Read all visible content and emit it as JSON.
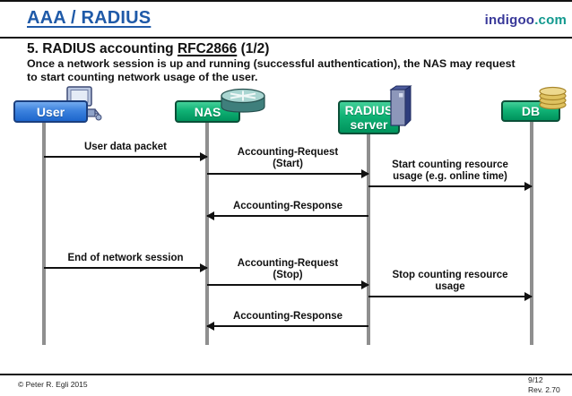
{
  "header": {
    "title": "AAA / RADIUS",
    "brand_name": "indigoo",
    "brand_tld": ".com"
  },
  "slide": {
    "title_prefix": "5. RADIUS accounting ",
    "title_rfc": "RFC2866",
    "title_suffix": " (1/2)",
    "subtitle": "Once a network session is up and running (successful authentication), the NAS may request\nto start counting network usage of the user."
  },
  "diagram": {
    "actors": [
      {
        "label": "User",
        "icon": "desktop-computer-icon"
      },
      {
        "label": "NAS",
        "icon": "router-icon"
      },
      {
        "label": "RADIUS\nserver",
        "icon": "server-tower-icon"
      },
      {
        "label": "DB",
        "icon": "database-icon"
      }
    ],
    "messages": [
      {
        "label": "User data packet",
        "from": "User",
        "to": "NAS",
        "direction": "right"
      },
      {
        "label": "Accounting-Request\n(Start)",
        "from": "NAS",
        "to": "RADIUS server",
        "direction": "right"
      },
      {
        "label": "Start counting resource\nusage (e.g. online time)",
        "from": "RADIUS server",
        "to": "DB",
        "direction": "right"
      },
      {
        "label": "Accounting-Response",
        "from": "RADIUS server",
        "to": "NAS",
        "direction": "left"
      },
      {
        "label": "End of network session",
        "from": "User",
        "to": "NAS",
        "direction": "right"
      },
      {
        "label": "Accounting-Request\n(Stop)",
        "from": "NAS",
        "to": "RADIUS server",
        "direction": "right"
      },
      {
        "label": "Stop counting resource\nusage",
        "from": "RADIUS server",
        "to": "DB",
        "direction": "right"
      },
      {
        "label": "Accounting-Response",
        "from": "RADIUS server",
        "to": "NAS",
        "direction": "left"
      }
    ]
  },
  "footer": {
    "copyright": "© Peter R. Egli 2015",
    "page": "9/12",
    "revision": "Rev. 2.70"
  },
  "colors": {
    "header_title_blue": "#1f5aa8",
    "brand_primary": "#383899",
    "brand_secondary": "#11998e",
    "user_box_blue": "#2f7de0",
    "actor_box_green": "#10b275",
    "database_gold": "#d9bc55",
    "lifeline_gray": "#8f8f8f",
    "arrow_black": "#111111"
  }
}
